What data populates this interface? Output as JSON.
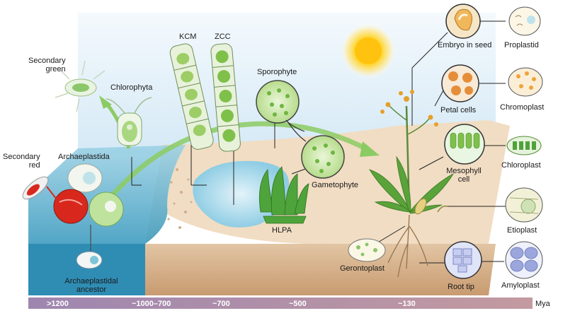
{
  "labels": {
    "secondary_green": "Secondary\ngreen",
    "chlorophyta": "Chlorophyta",
    "kcm": "KCM",
    "zcc": "ZCC",
    "sporophyte": "Sporophyte",
    "secondary_red": "Secondary\nred",
    "archaeplastida": "Archaeplastida",
    "gametophyte": "Gametophyte",
    "hlpa": "HLPA",
    "archaeplastidal_ancestor": "Archaeplastidal\nancestor",
    "embryo_in_seed": "Embryo in seed",
    "proplastid": "Proplastid",
    "petal_cells": "Petal cells",
    "chromoplast": "Chromoplast",
    "mesophyll_cell": "Mesophyll\ncell",
    "chloroplast": "Chloroplast",
    "etioplast": "Etioplast",
    "gerontoplast": "Gerontoplast",
    "root_tip": "Root tip",
    "amyloplast": "Amyloplast"
  },
  "timeline": {
    "ticks": [
      ">1200",
      "~1000–700",
      "~700",
      "~500",
      "~130"
    ],
    "unit": "Mya"
  },
  "colors": {
    "sky": "#dcecf7",
    "water": "#7ec4dc",
    "sand": "#f1ddc3",
    "soil": "#d8b48e",
    "plant_green": "#7cc241",
    "timeline_bar": "#a48aa0",
    "sun": "#ffc20e"
  }
}
